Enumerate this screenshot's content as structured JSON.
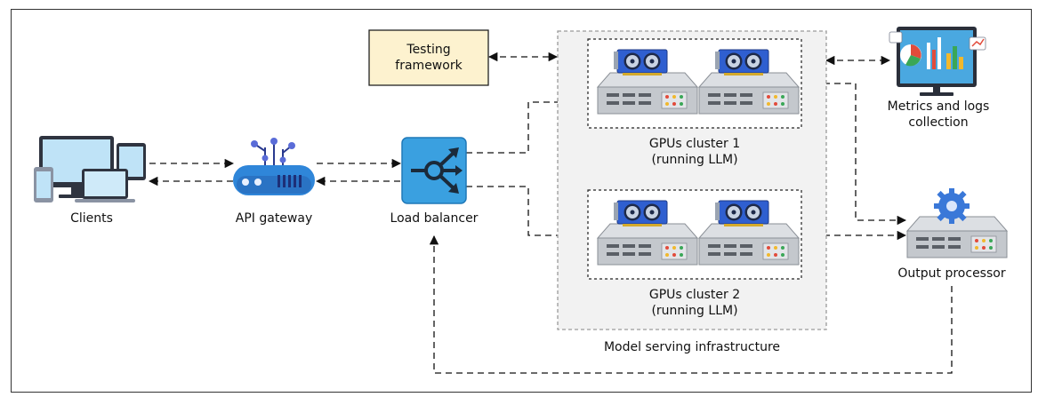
{
  "nodes": {
    "clients": "Clients",
    "api_gateway": "API gateway",
    "load_balancer": "Load balancer",
    "testing_framework": "Testing\nframework",
    "gpu_cluster_1": "GPUs cluster 1\n(running LLM)",
    "gpu_cluster_2": "GPUs cluster 2\n(running LLM)",
    "model_serving": "Model serving infrastructure",
    "metrics": "Metrics and logs\ncollection",
    "output_processor": "Output processor"
  },
  "colors": {
    "testing_box_fill": "#fdf2cf",
    "infrastructure_fill": "#f2f2f2",
    "gpu_card_blue": "#2f5fd0",
    "server_gray": "#c8cbd0",
    "router_blue": "#2f86d9",
    "load_balancer_blue": "#3aa0e0",
    "monitor_screen": "#4aa8e0",
    "gear_blue": "#3a78d8"
  }
}
